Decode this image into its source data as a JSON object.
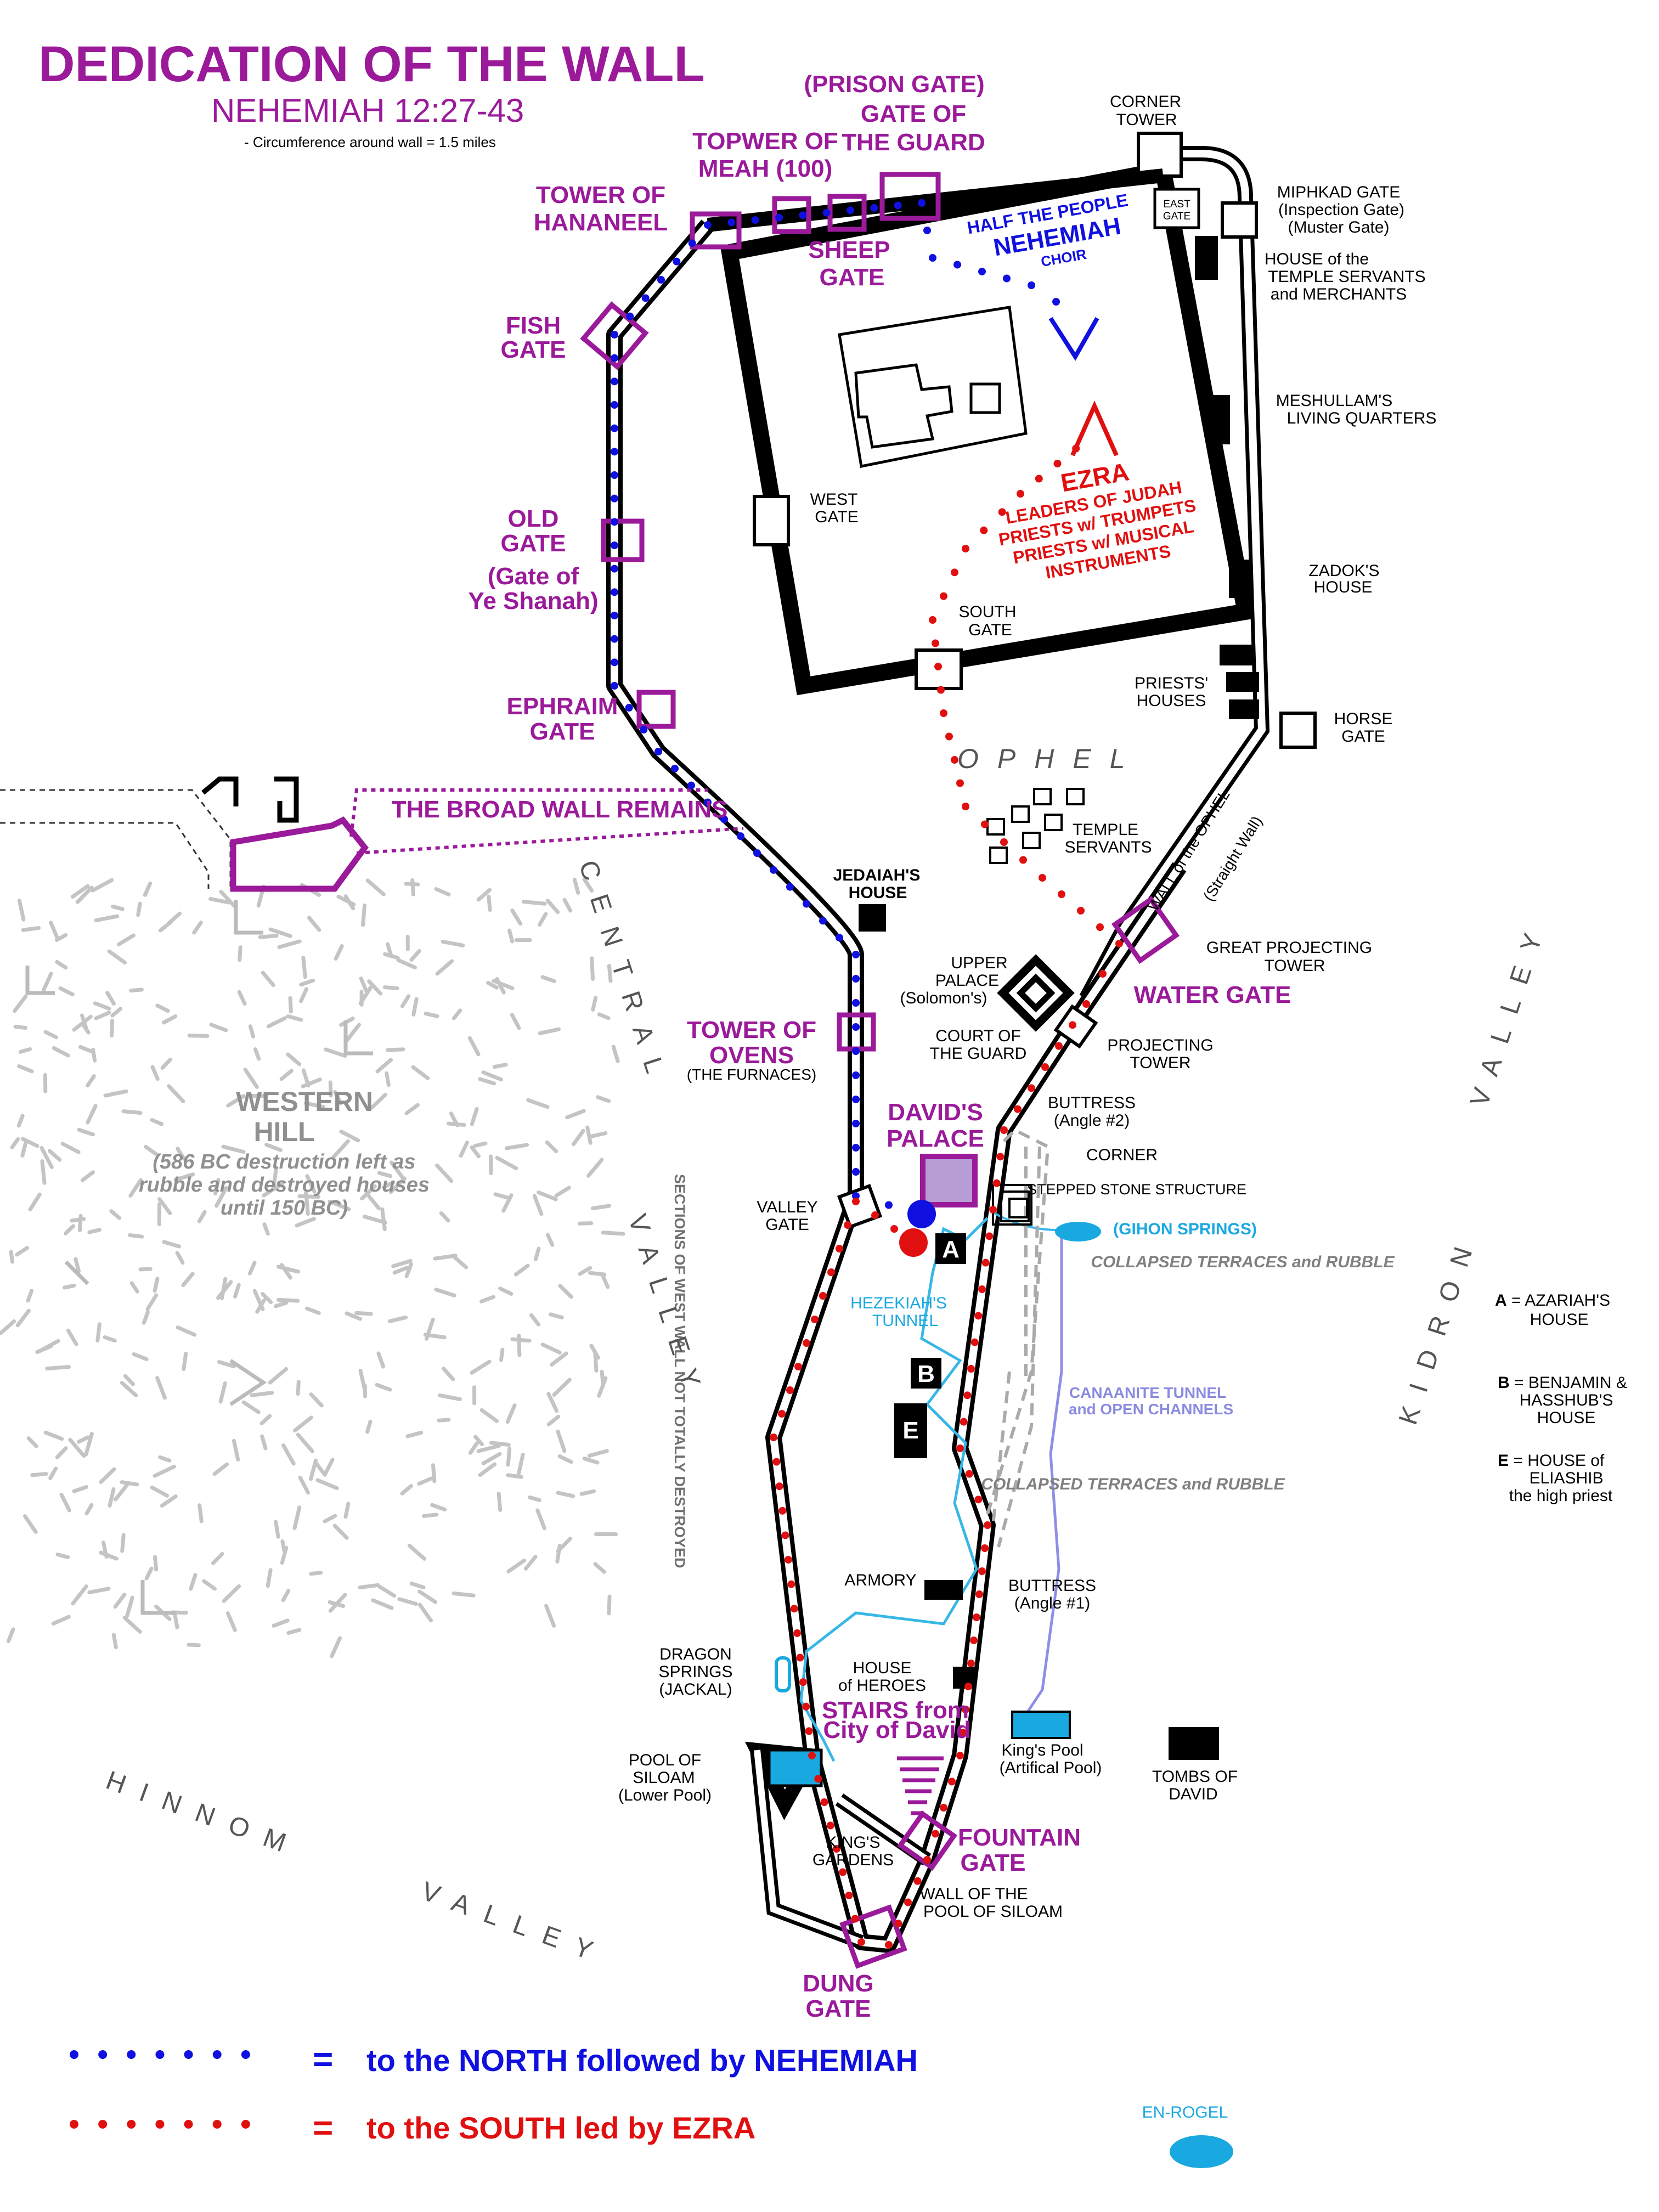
{
  "title": "DEDICATION  OF  THE WALL",
  "subtitle": "NEHEMIAH 12:27-43",
  "note": "- Circumference around wall = 1.5 miles",
  "colors": {
    "purple": "#9a1a9a",
    "blue": "#1010e0",
    "red": "#e01010",
    "cyan": "#1aa8e0",
    "lavender": "#8a8ae0",
    "gray": "#909090"
  },
  "gates_purple": {
    "prison_gate": "(PRISON GATE)",
    "guard_gate_1": "GATE OF",
    "guard_gate_2": "THE GUARD",
    "meah_1": "TOPWER OF",
    "meah_2": "MEAH (100)",
    "hananeel_1": "TOWER OF",
    "hananeel_2": "HANANEEL",
    "sheep_1": "SHEEP",
    "sheep_2": "GATE",
    "fish_1": "FISH",
    "fish_2": "GATE",
    "old_1": "OLD",
    "old_2": "GATE",
    "old_3": "(Gate of",
    "old_4": "Ye Shanah)",
    "ephraim_1": "EPHRAIM",
    "ephraim_2": "GATE",
    "broad_wall": "THE  BROAD WALL REMAINS",
    "ovens_1": "TOWER  OF",
    "ovens_2": "OVENS",
    "ovens_3": "(THE  FURNACES)",
    "davids_palace_1": "DAVID'S",
    "davids_palace_2": "PALACE",
    "water_gate": "WATER GATE",
    "stairs_1": "STAIRS from",
    "stairs_2": "City of David",
    "fountain_1": "FOUNTAIN",
    "fountain_2": "GATE",
    "dung_1": "DUNG",
    "dung_2": "GATE"
  },
  "black_labels": {
    "corner_tower_1": "CORNER",
    "corner_tower_2": "TOWER",
    "east_gate_1": "EAST",
    "east_gate_2": "GATE",
    "miphkad_1": "MIPHKAD GATE",
    "miphkad_2": "(Inspection Gate)",
    "miphkad_3": "(Muster Gate)",
    "temple_servants_house_1": "HOUSE of the",
    "temple_servants_house_2": "TEMPLE SERVANTS",
    "temple_servants_house_3": "and MERCHANTS",
    "meshullam_1": "MESHULLAM'S",
    "meshullam_2": "LIVING  QUARTERS",
    "zadok_1": "ZADOK'S",
    "zadok_2": "HOUSE",
    "west_gate_1": "WEST",
    "west_gate_2": "GATE",
    "south_gate_1": "SOUTH",
    "south_gate_2": "GATE",
    "priests_houses_1": "PRIESTS'",
    "priests_houses_2": "HOUSES",
    "horse_gate_1": "HORSE",
    "horse_gate_2": "GATE",
    "temple_servants_1": "TEMPLE",
    "temple_servants_2": "SERVANTS",
    "wall_ophel": "WALL of the OPHEL",
    "straight_wall": "(Straight Wall)",
    "jedaiah_1": "JEDAIAH'S",
    "jedaiah_2": "HOUSE",
    "great_tower_1": "GREAT PROJECTING",
    "great_tower_2": "TOWER",
    "upper_palace_1": "UPPER",
    "upper_palace_2": "PALACE",
    "upper_palace_3": "(Solomon's)",
    "court_guard_1": "COURT OF",
    "court_guard_2": "THE GUARD",
    "projecting_tower_1": "PROJECTING",
    "projecting_tower_2": "TOWER",
    "buttress2_1": "BUTTRESS",
    "buttress2_2": "(Angle #2)",
    "corner": "CORNER",
    "stepped": "STEPPED STONE STRUCTURE",
    "valley_gate_1": "VALLEY",
    "valley_gate_2": "GATE",
    "armory": "ARMORY",
    "buttress1_1": "BUTTRESS",
    "buttress1_2": "(Angle #1)",
    "dragon_1": "DRAGON",
    "dragon_2": "SPRINGS",
    "dragon_3": "(JACKAL)",
    "heroes_1": "HOUSE",
    "heroes_2": "of HEROES",
    "siloam_1": "POOL OF",
    "siloam_2": "SILOAM",
    "siloam_3": "(Lower Pool)",
    "kings_pool_1": "King's Pool",
    "kings_pool_2": "(Artifical Pool)",
    "tombs_1": "TOMBS OF",
    "tombs_2": "DAVID",
    "kings_gardens_1": "KING'S",
    "kings_gardens_2": "GARDENS",
    "wall_siloam_1": "WALL OF THE",
    "wall_siloam_2": "POOL OF SILOAM"
  },
  "nehemiah": {
    "l1": "HALF THE PEOPLE",
    "l2": "NEHEMIAH",
    "l3": "CHOIR"
  },
  "ezra": {
    "l1": "EZRA",
    "l2": "LEADERS OF JUDAH",
    "l3": "PRIESTS w/ TRUMPETS",
    "l4": "PRIESTS w/ MUSICAL",
    "l5": "INSTRUMENTS"
  },
  "gihon": "(GIHON SPRINGS)",
  "hezekiah_1": "HEZEKIAH'S",
  "hezekiah_2": "TUNNEL",
  "canaanite_1": "CANAANITE TUNNEL",
  "canaanite_2": "and OPEN CHANNELS",
  "collapsed_1": "COLLAPSED TERRACES and RUBBLE",
  "collapsed_2": "COLLAPSED TERRACES and RUBBLE",
  "sections_west": "SECTIONS OF WEST WALL NOT TOTALLY DESTROYED",
  "western_hill": {
    "l1": "WESTERN",
    "l2": "HILL",
    "l3": "(586 BC destruction left as",
    "l4": "rubble and destroyed houses",
    "l5": "until 150 BC)"
  },
  "ophel": "OPHEL",
  "central_valley_1": "CENTRAL",
  "central_valley_2": "VALLEY",
  "kidron_1": "KIDRON",
  "kidron_2": "VALLEY",
  "hinnom_1": "HINNOM",
  "hinnom_2": "VALLEY",
  "en_rogel": "EN-ROGEL",
  "markers": {
    "a": "A",
    "b": "B",
    "e": "E"
  },
  "key": {
    "a_letter": "A",
    "a_1": " = AZARIAH'S",
    "a_2": "HOUSE",
    "b_letter": "B",
    "b_1": " = BENJAMIN &",
    "b_2": "HASSHUB'S",
    "b_3": "HOUSE",
    "e_letter": "E",
    "e_1": " = HOUSE of",
    "e_2": "ELIASHIB",
    "e_3": "the high priest"
  },
  "legend": {
    "equals": "=",
    "north": "to the NORTH  followed by NEHEMIAH",
    "south": "to the SOUTH led by EZRA"
  }
}
